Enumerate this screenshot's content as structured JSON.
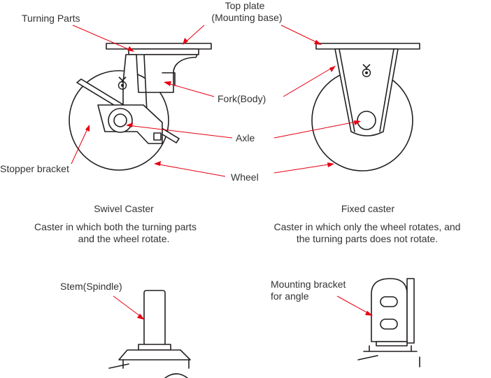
{
  "colors": {
    "leader": "#e60012",
    "drawing": "#231f20",
    "text": "#333333",
    "background": "#ffffff"
  },
  "labels": {
    "turning_parts": "Turning Parts",
    "top_plate_line1": "Top plate",
    "top_plate_line2": "(Mounting base)",
    "fork": "Fork(Body)",
    "axle": "Axle",
    "wheel": "Wheel",
    "stopper_bracket": "Stopper bracket",
    "stem": "Stem(Spindle)",
    "mounting_bracket_line1": "Mounting bracket",
    "mounting_bracket_line2": "for angle"
  },
  "swivel": {
    "title": "Swivel Caster",
    "desc_line1": "Caster in which both the turning parts",
    "desc_line2": "and the wheel rotate."
  },
  "fixed": {
    "title": "Fixed caster",
    "desc_line1": "Caster in which only the wheel rotates, and",
    "desc_line2": "the turning parts does not rotate."
  },
  "icons": {
    "logo": "yc-logo-icon"
  }
}
